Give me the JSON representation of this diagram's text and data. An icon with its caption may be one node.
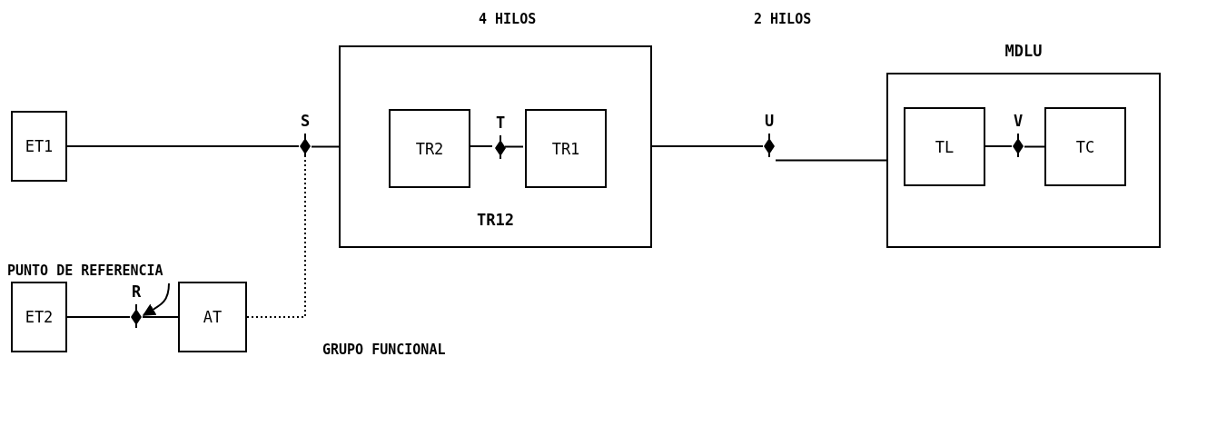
{
  "diagram": {
    "nodes": [
      {
        "text": [
          "ET1"
        ]
      },
      {
        "text": [
          "S"
        ]
      },
      {
        "text": [
          "TR12"
        ]
      },
      {
        "text": [
          "TR2"
        ],
        "in": 2
      },
      {
        "text": [
          "T"
        ],
        "in": 2
      },
      {
        "text": [
          "TR1"
        ],
        "in": 2
      },
      {
        "text": [
          "U"
        ]
      },
      {
        "text": [
          "MDLU"
        ]
      },
      {
        "text": [
          "TL"
        ],
        "in": 7
      },
      {
        "text": [
          "V"
        ],
        "in": 7
      },
      {
        "text": [
          "TC"
        ],
        "in": 7
      },
      {
        "text": [
          "PUNTO DE REFERENCIA"
        ]
      },
      {
        "text": [
          "ET2"
        ]
      },
      {
        "text": [
          "R"
        ]
      },
      {
        "text": [
          "AT"
        ]
      }
    ],
    "edges": [
      {
        "from": 0,
        "to": 1,
        "arrow": "none"
      },
      {
        "from": 1,
        "to": 2,
        "arrow": "none"
      },
      {
        "from": 3,
        "to": 4,
        "arrow": "none"
      },
      {
        "from": 4,
        "to": 5,
        "arrow": "none"
      },
      {
        "from": 2,
        "to": 6,
        "arrow": "none"
      },
      {
        "from": 6,
        "to": 7,
        "arrow": "none"
      },
      {
        "from": 8,
        "to": 9,
        "arrow": "none"
      },
      {
        "from": 9,
        "to": 10,
        "arrow": "none"
      },
      {
        "from": 12,
        "to": 13,
        "arrow": "none"
      },
      {
        "from": 13,
        "to": 14,
        "arrow": "none"
      },
      {
        "from": 14,
        "to": 1,
        "arrow": "none",
        "style": "dashed"
      },
      {
        "from": 11,
        "to": 13,
        "arrow": "to"
      }
    ],
    "labels": [
      "4 HILOS",
      "2 HILOS",
      "GRUPO FUNCIONAL"
    ]
  }
}
